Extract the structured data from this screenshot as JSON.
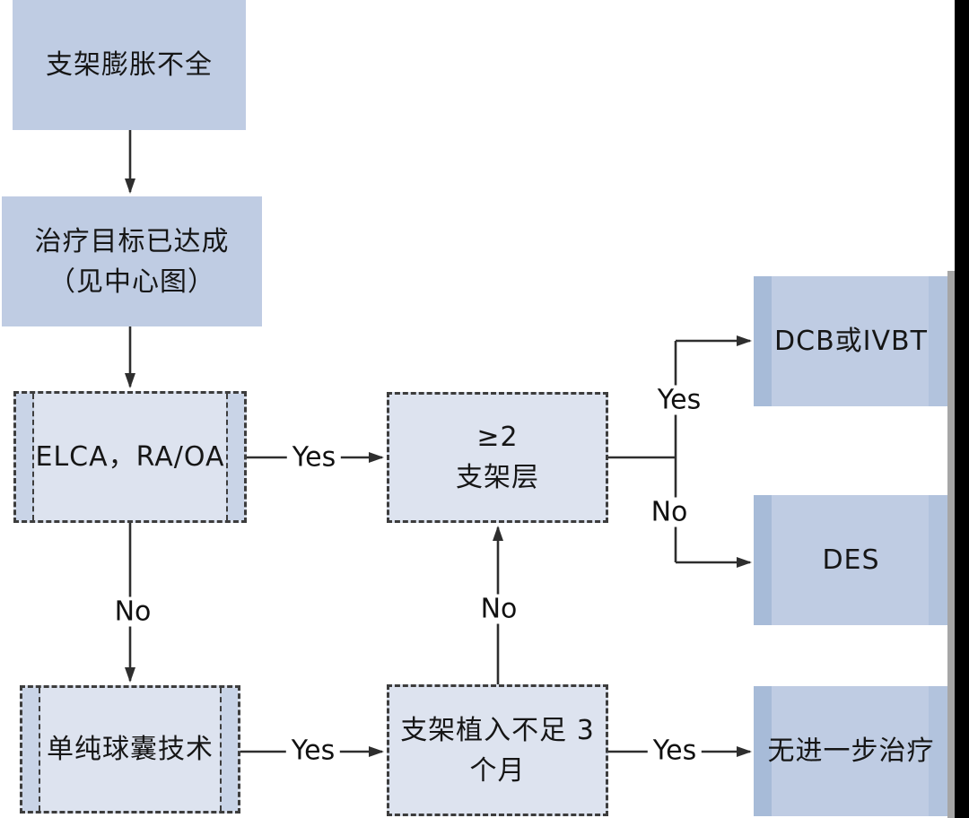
{
  "diagram": {
    "title": "stent-underexpansion-treatment-flowchart",
    "nodes": {
      "stent_underexpansion": {
        "label": "支架膨胀不全"
      },
      "treatment_goal": {
        "line1": "治疗目标已达成",
        "line2": "（见中心图）"
      },
      "elca": {
        "label": "ELCA，RA/OA"
      },
      "balloon_only": {
        "label": "单纯球囊技术"
      },
      "stent_layers": {
        "line1": "≥2",
        "line2": "支架层"
      },
      "stent_implant": {
        "line1": "支架植入不足 3",
        "line2": "个月"
      },
      "dcb_ivbt": {
        "label": "DCB或IVBT"
      },
      "des": {
        "label": "DES"
      },
      "no_further": {
        "label": "无进一步治疗"
      }
    },
    "edge_labels": {
      "yes": "Yes",
      "no": "No"
    },
    "edges": [
      {
        "from": "stent_underexpansion",
        "to": "treatment_goal",
        "label": ""
      },
      {
        "from": "treatment_goal",
        "to": "elca",
        "label": ""
      },
      {
        "from": "elca",
        "to": "stent_layers",
        "label": "Yes"
      },
      {
        "from": "elca",
        "to": "balloon_only",
        "label": "No"
      },
      {
        "from": "stent_layers",
        "to": "dcb_ivbt",
        "label": "Yes"
      },
      {
        "from": "stent_layers",
        "to": "des",
        "label": "No"
      },
      {
        "from": "balloon_only",
        "to": "stent_implant",
        "label": "Yes"
      },
      {
        "from": "stent_implant",
        "to": "stent_layers",
        "label": "No"
      },
      {
        "from": "stent_implant",
        "to": "no_further",
        "label": "Yes"
      }
    ],
    "colors": {
      "background": "#ffffff",
      "solid_box_fill": "#bfcce3",
      "dashed_box_fill": "#dde3ef",
      "dashed_box_stripe": "#c9d4e7",
      "solid_box_stripe_left": "#a7bbd8",
      "solid_box_stripe_right": "#b2c3dd",
      "border": "#3d3d3d",
      "line": "#2e2e2e",
      "text": "#161616",
      "right_edge_gray": "#a6a6a6",
      "right_edge_black": "#000000"
    }
  }
}
